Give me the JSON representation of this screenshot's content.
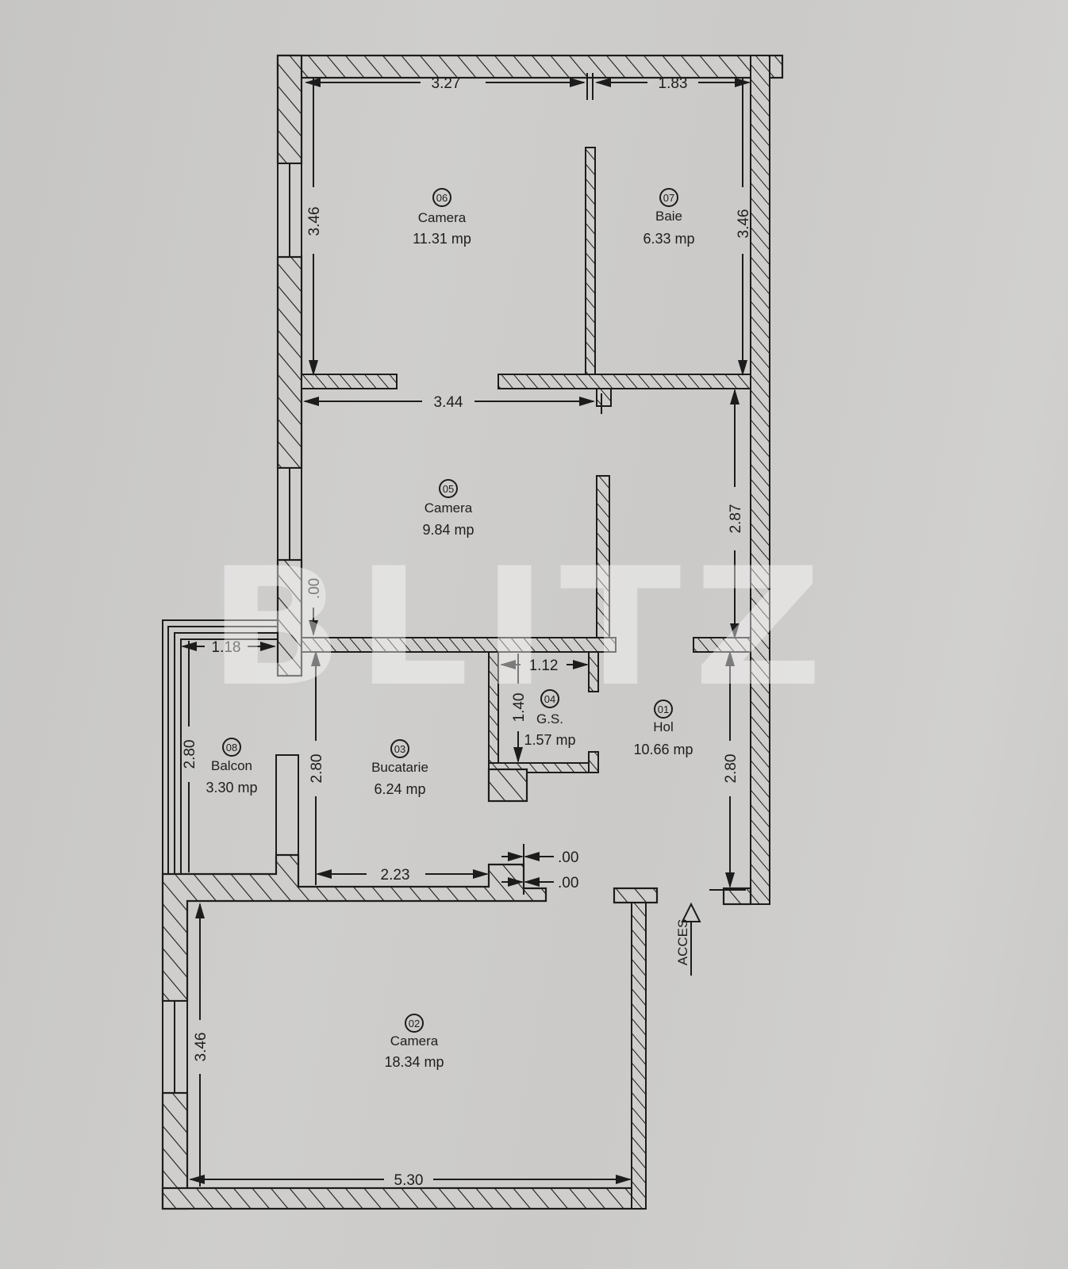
{
  "plan": {
    "rooms": [
      {
        "id": "06",
        "name": "Camera",
        "area": "11.31 mp"
      },
      {
        "id": "07",
        "name": "Baie",
        "area": "6.33 mp"
      },
      {
        "id": "05",
        "name": "Camera",
        "area": "9.84 mp"
      },
      {
        "id": "04",
        "name": "G.S.",
        "area": "1.57 mp"
      },
      {
        "id": "01",
        "name": "Hol",
        "area": "10.66 mp"
      },
      {
        "id": "08",
        "name": "Balcon",
        "area": "3.30 mp"
      },
      {
        "id": "03",
        "name": "Bucatarie",
        "area": "6.24 mp"
      },
      {
        "id": "02",
        "name": "Camera",
        "area": "18.34 mp"
      }
    ],
    "dimensions": {
      "top_left_width": "3.27",
      "top_right_width": "1.83",
      "room06_height": "3.46",
      "room07_height": "3.46",
      "room05_width": "3.44",
      "hall_upper_height": "2.87",
      "room05_left_height": ".00",
      "balcony_width": "1.18",
      "wc_width": "1.12",
      "wc_height": "1.40",
      "balcony_height": "2.80",
      "kitchen_height": "2.80",
      "hall_lower_height": "2.80",
      "kitchen_width": "2.23",
      "door_dim_1": ".00",
      "door_dim_2": ".00",
      "room02_height": "3.46",
      "room02_width": "5.30"
    },
    "access_label": "ACCES"
  },
  "watermark": "BLITZ",
  "colors": {
    "paper": "#c9c8c6",
    "ink": "#1c1c1c",
    "watermark": "#ffffff"
  }
}
